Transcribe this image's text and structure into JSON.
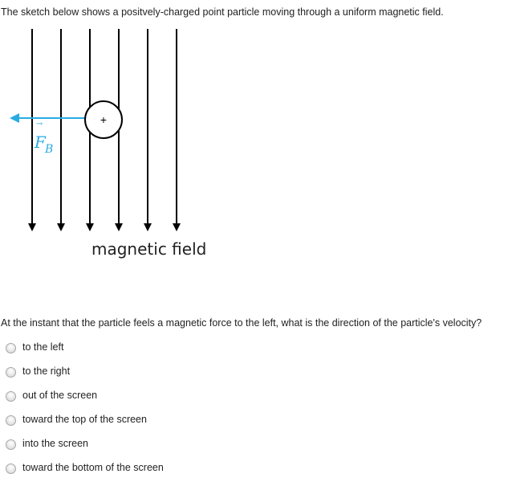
{
  "intro_text": "The sketch below shows a positvely-charged point particle moving through a uniform magnetic field.",
  "figure": {
    "charge_symbol": "+",
    "force_label": "F",
    "force_subscript": "B",
    "field_label": "magnetic field",
    "force_color": "#29abe2",
    "line_color": "#000000"
  },
  "question_text": "At the instant that the particle feels a magnetic force to the left, what is the direction of the particle's velocity?",
  "options": [
    "to the left",
    "to the right",
    "out of the screen",
    "toward the top of the screen",
    "into the screen",
    "toward the bottom of the screen"
  ]
}
